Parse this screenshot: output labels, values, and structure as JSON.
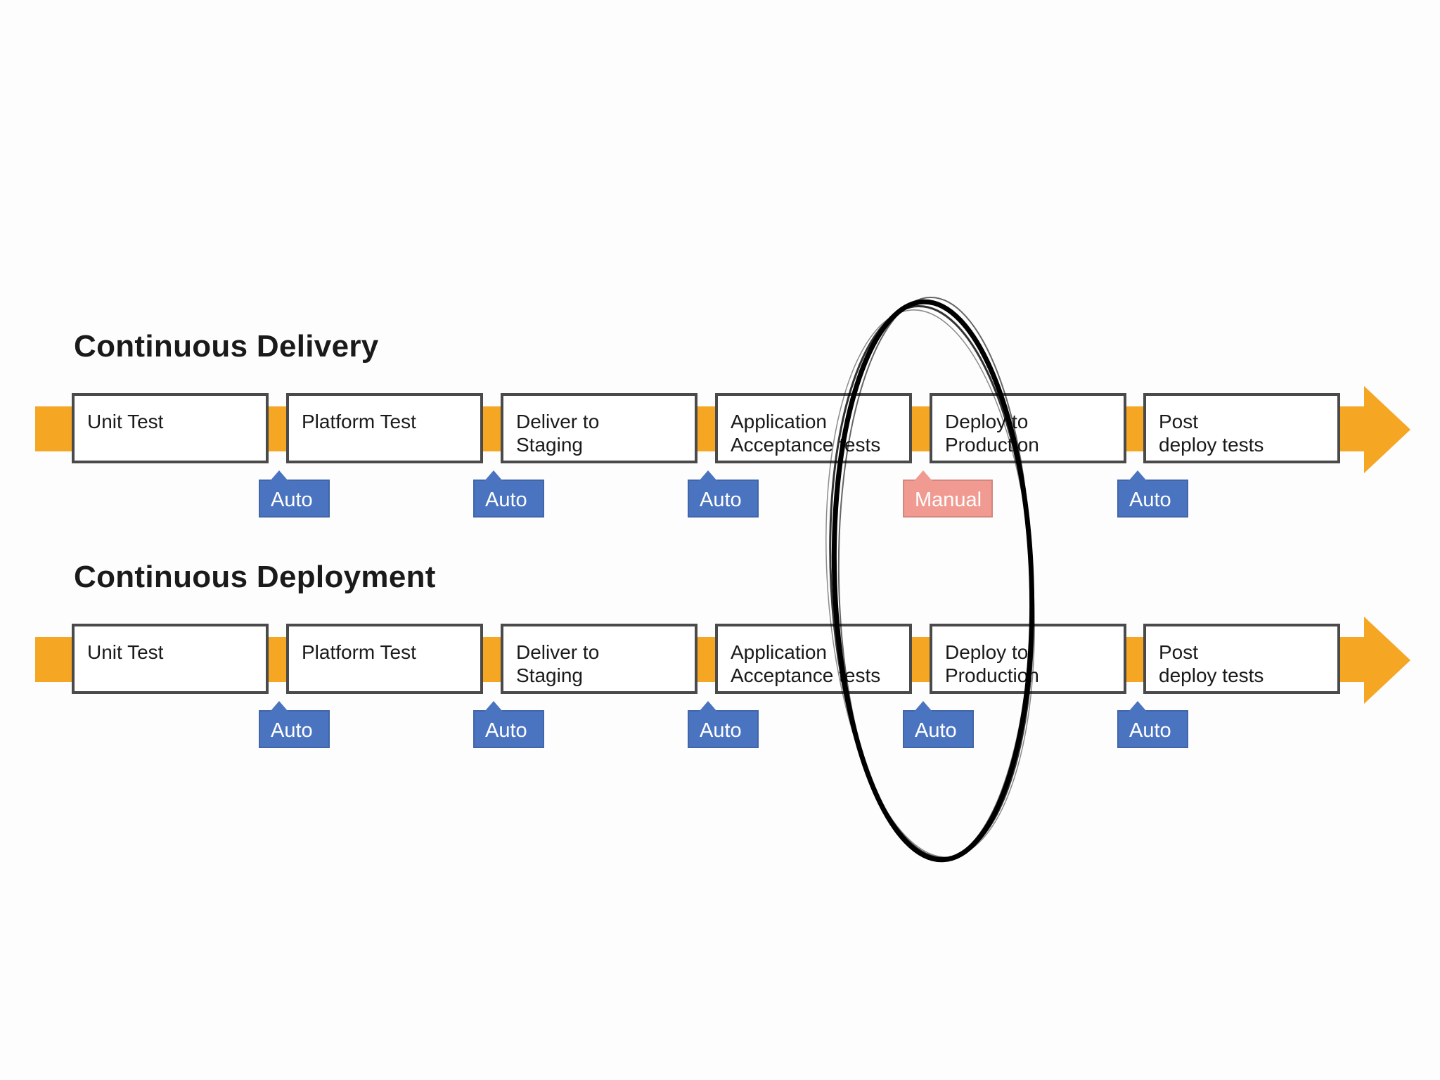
{
  "diagrams": [
    {
      "title": "Continuous Delivery",
      "stages": [
        "Unit Test",
        "Platform Test",
        "Deliver to\nStaging",
        "Application\nAcceptance tests",
        "Deploy to\nProduction",
        "Post\ndeploy tests"
      ],
      "gates": [
        "Auto",
        "Auto",
        "Auto",
        "Manual",
        "Auto"
      ]
    },
    {
      "title": "Continuous Deployment",
      "stages": [
        "Unit Test",
        "Platform Test",
        "Deliver to\nStaging",
        "Application\nAcceptance tests",
        "Deploy to\nProduction",
        "Post\ndeploy tests"
      ],
      "gates": [
        "Auto",
        "Auto",
        "Auto",
        "Auto",
        "Auto"
      ]
    }
  ],
  "colors": {
    "flow": "#f5a623",
    "auto_gate": "#4b74c0",
    "manual_gate": "#f09a91",
    "stage_border": "#4a4a4a",
    "highlight_ink": "#000000"
  }
}
